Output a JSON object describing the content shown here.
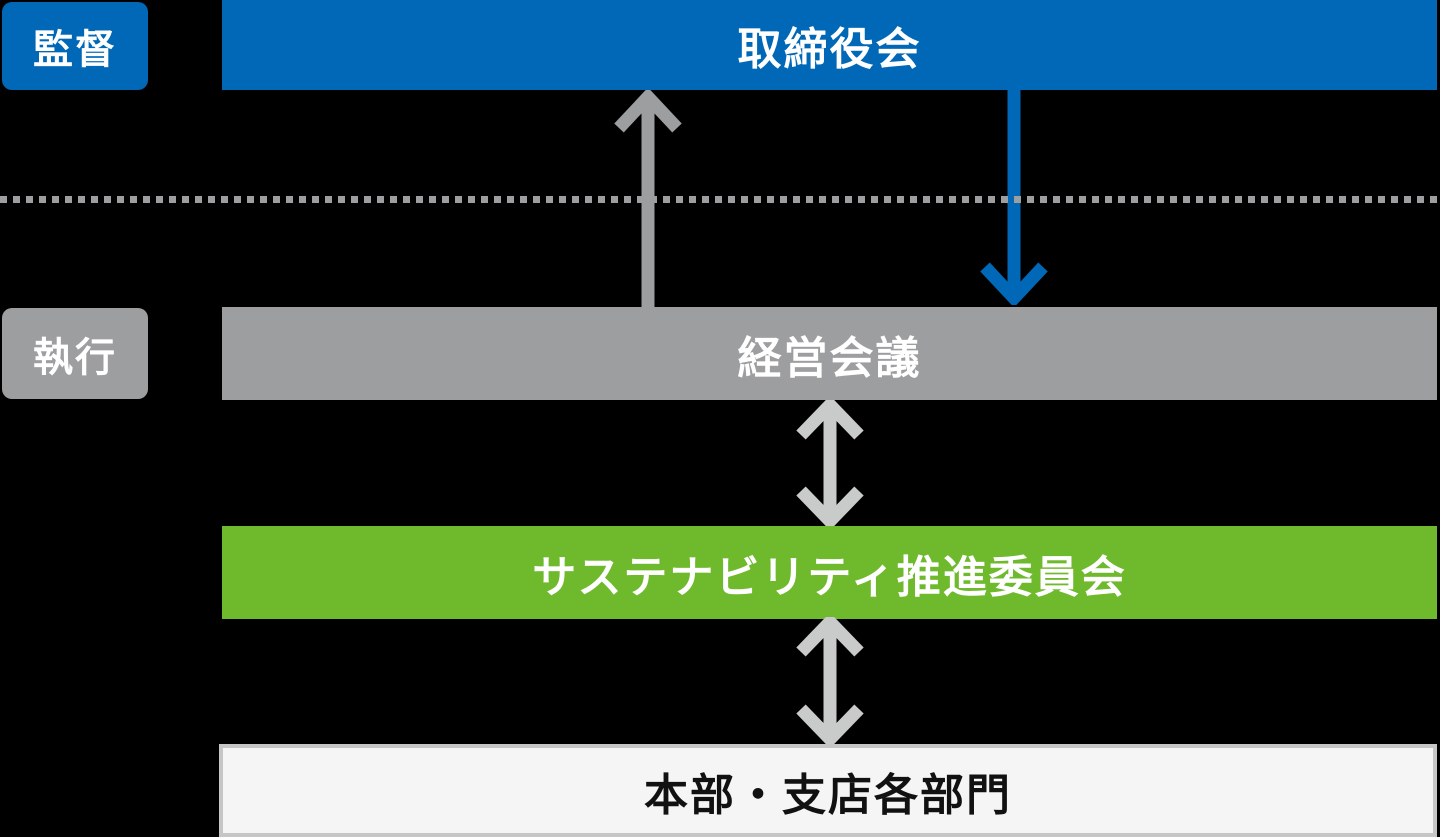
{
  "side_labels": {
    "supervision": "監督",
    "execution": "執行"
  },
  "nodes": {
    "board": "取締役会",
    "management_meeting": "経営会議",
    "sustainability_committee": "サステナビリティ推進委員会",
    "departments": "本部・支店各部門"
  },
  "arrows": [
    {
      "name": "management-to-board",
      "direction": "up",
      "color": "#9D9E9F"
    },
    {
      "name": "board-to-management",
      "direction": "down",
      "color": "#0068B7"
    },
    {
      "name": "management-committee",
      "direction": "both",
      "color": "#C9CACA"
    },
    {
      "name": "committee-departments",
      "direction": "both",
      "color": "#C9CACA"
    }
  ],
  "colors": {
    "background": "#000000",
    "blue": "#0068B7",
    "gray": "#9D9E9F",
    "green": "#6FB92C",
    "arrow_light_gray": "#C9CACA",
    "panel_fill": "#F5F5F5",
    "panel_border": "#C6C6C6",
    "bar_text": "#FFFFFF",
    "panel_text": "#111111"
  }
}
